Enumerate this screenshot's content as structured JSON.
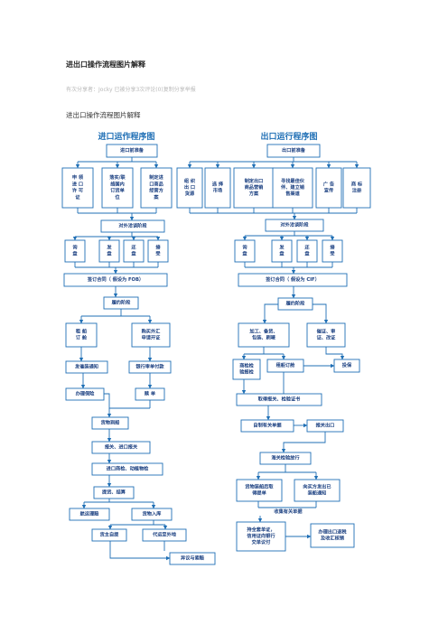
{
  "doc": {
    "title": "进出口操作流程图片解释",
    "meta": "有次分享者：Jocky 已被分享3次评论(0)复制分享举报",
    "subtitle": "进出口操作流程图片解释"
  },
  "import_chart": {
    "heading": "进口运作程序图",
    "prep": "进口前准备",
    "prep_items": [
      [
        "申 领",
        "进 口",
        "许 可",
        "证"
      ],
      [
        "落实/联",
        "络国内",
        "订货单",
        "位"
      ],
      [
        "制定进",
        "口商品",
        "经营方",
        "案"
      ]
    ],
    "negotiation": "对外洽谈阶段",
    "negotiation_items": [
      [
        "询",
        "盘"
      ],
      [
        "发",
        "盘"
      ],
      [
        "还",
        "盘"
      ],
      [
        "接",
        "受"
      ]
    ],
    "contract": "签订合同（ 假设为 FOB）",
    "execution": "履约阶段",
    "branch_left": [
      "租 船",
      "订 舱"
    ],
    "branch_right": [
      "购买外汇",
      "申请开证"
    ],
    "notify": "发催装通知",
    "bank_pay": "银行审单付款",
    "insurance": "办理保险",
    "redeem": "赎 单",
    "arrival": "货物到船",
    "customs": "报关、进口报关",
    "inspection": "进口商检、动植物检",
    "delivery": "提货、结算",
    "claim_proc": "航运理赔",
    "warehouse": "货物入库",
    "self_pick": "货主自提",
    "agent_pick": "代运至外地",
    "objection": "异议与索赔"
  },
  "export_chart": {
    "heading": "出口运行程序图",
    "prep": "出口前准备",
    "prep_items": [
      [
        "组 织",
        "出 口",
        "货源"
      ],
      [
        "选 择",
        "市场"
      ],
      [
        "制定出口",
        "商品营销",
        "方案"
      ],
      [
        "寻找最佳伙",
        "伴、建立销",
        "售渠道"
      ],
      [
        "广 告",
        "宣传"
      ],
      [
        "商 标",
        "注册"
      ]
    ],
    "negotiation": "对外洽谈阶段",
    "negotiation_items": [
      [
        "询",
        "盘"
      ],
      [
        "发",
        "盘"
      ],
      [
        "还",
        "盘"
      ],
      [
        "接",
        "受"
      ]
    ],
    "contract": "签订合同（ 假设为 CIF）",
    "execution": "履约阶段",
    "branch_left": [
      "加工、备货、",
      "包装、刷唛"
    ],
    "branch_right": [
      "催证、审",
      "证、改证"
    ],
    "inspection_apply": [
      "商检检",
      "验报检"
    ],
    "book_ship": "租船订舱",
    "insurance": "投保",
    "certificate": "取得报关、检验证书",
    "docs": "自制有关单据",
    "declaration": "报关出口",
    "customs_release": "海关检验放行",
    "load_bl": [
      "货物装船后取",
      "得提单"
    ],
    "notify_buyer": [
      "向买方发出已",
      "装船通知"
    ],
    "collect": "收集有关单据",
    "bank_submit": [
      "持全套单证，",
      "信用证向银行",
      "交单议付"
    ],
    "tax_refund": [
      "办理出口退税",
      "及收汇核销"
    ]
  }
}
